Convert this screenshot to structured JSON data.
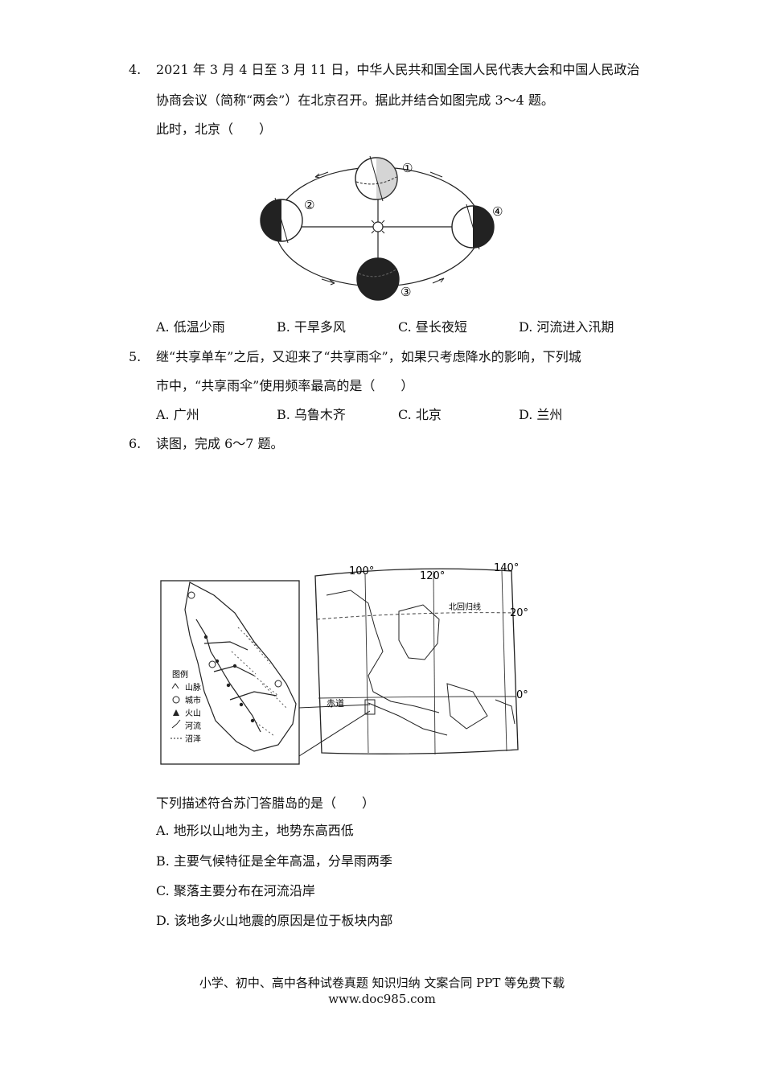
{
  "q4": {
    "num": "4.",
    "line1": "2021 年 3 月 4 日至 3 月 11 日，中华人民共和国全国人民代表大会和中国人民政治",
    "line2": "协商会议（简称“两会”）在北京召开。据此并结合如图完成 3～4 题。",
    "stem": "此时，北京（　　）",
    "orbit_labels": [
      "①",
      "②",
      "③",
      "④"
    ],
    "options": [
      "A. 低温少雨",
      "B. 干旱多风",
      "C. 昼长夜短",
      "D. 河流进入汛期"
    ]
  },
  "q5": {
    "num": "5.",
    "line1": "继“共享单车”之后，又迎来了“共享雨伞”，如果只考虑降水的影响，下列城",
    "line2": "市中，“共享雨伞”使用频率最高的是（　　）",
    "options": [
      "A. 广州",
      "B. 乌鲁木齐",
      "C. 北京",
      "D. 兰州"
    ]
  },
  "q6": {
    "num": "6.",
    "line1": "读图，完成 6～7 题。",
    "map": {
      "legend_title": "图例",
      "legend_items": [
        "山脉",
        "城市",
        "火山",
        "河流",
        "沼泽"
      ],
      "lon_labels": [
        "100°",
        "120°",
        "140°"
      ],
      "lat_labels": [
        "20°",
        "0°"
      ],
      "tropic_label": "北回归线",
      "equator_label": "赤道"
    },
    "stem": "下列描述符合苏门答腊岛的是（　　）",
    "options": [
      "A. 地形以山地为主，地势东高西低",
      "B. 主要气候特征是全年高温，分旱雨两季",
      "C. 聚落主要分布在河流沿岸",
      "D. 该地多火山地震的原因是位于板块内部"
    ]
  },
  "footer": {
    "line1": "小学、初中、高中各种试卷真题  知识归纳  文案合同  PPT 等免费下载",
    "line2": "www.doc985.com"
  }
}
